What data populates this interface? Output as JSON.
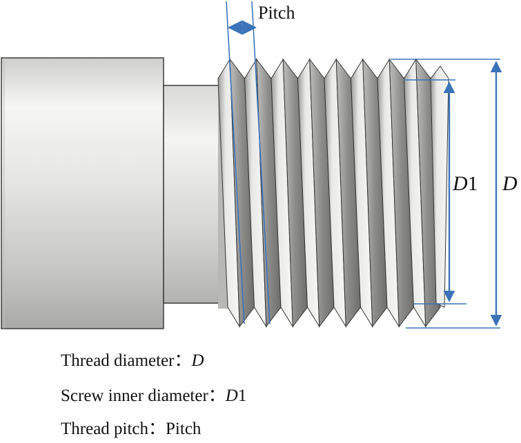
{
  "labels": {
    "pitch": "Pitch",
    "d1_italic": "D",
    "d1_suffix": "1",
    "d": "D"
  },
  "captions": [
    {
      "text": "Thread diameter：",
      "symbol": "D",
      "suffix": ""
    },
    {
      "text": "Screw inner diameter：",
      "symbol": "D",
      "suffix": "1"
    },
    {
      "text": "Thread pitch：",
      "symbol": "",
      "suffix": "Pitch"
    }
  ],
  "colors": {
    "dimension": "#3a73b8",
    "metal_light": "#f2f2f0",
    "metal_dark": "#7d7d7b",
    "outline": "#2a2a2a"
  }
}
